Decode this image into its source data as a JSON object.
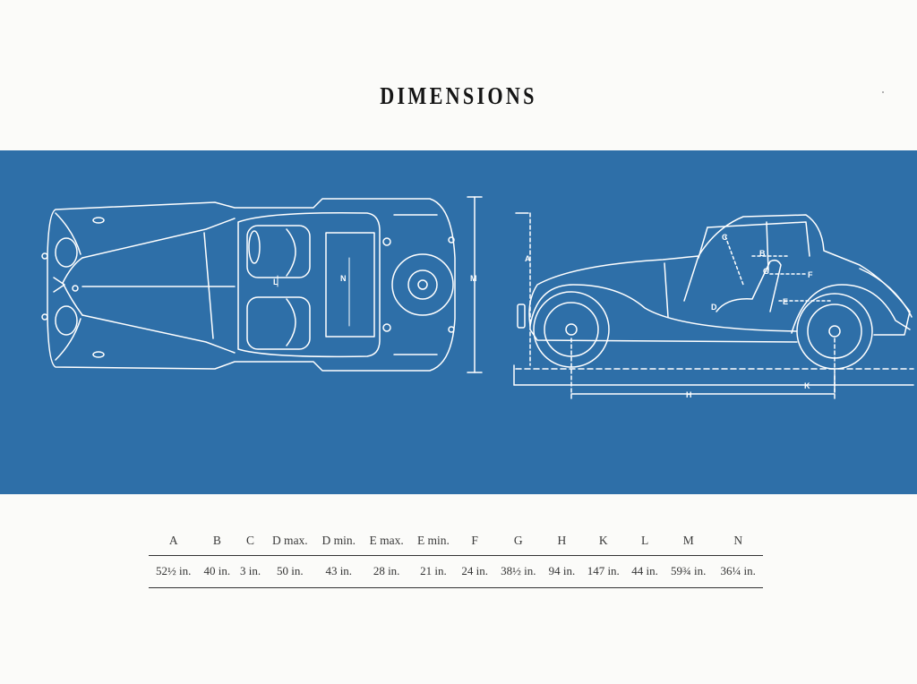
{
  "title": "DIMENSIONS",
  "diagram_labels": {
    "top_view": [
      "L",
      "N",
      "M"
    ],
    "side_view": [
      "A",
      "B",
      "C",
      "D",
      "E",
      "F",
      "G",
      "H",
      "K"
    ]
  },
  "table": {
    "headers": [
      "A",
      "B",
      "C",
      "D max.",
      "D min.",
      "E max.",
      "E min.",
      "F",
      "G",
      "H",
      "K",
      "L",
      "M",
      "N"
    ],
    "values": [
      "52½ in.",
      "40 in.",
      "3 in.",
      "50 in.",
      "43 in.",
      "28 in.",
      "21 in.",
      "24 in.",
      "38½ in.",
      "94 in.",
      "147 in.",
      "44 in.",
      "59¾ in.",
      "36¼ in."
    ]
  },
  "colors": {
    "blueprint": "#2e6fa8",
    "line": "#ffffff",
    "paper": "#fbfbf9"
  }
}
